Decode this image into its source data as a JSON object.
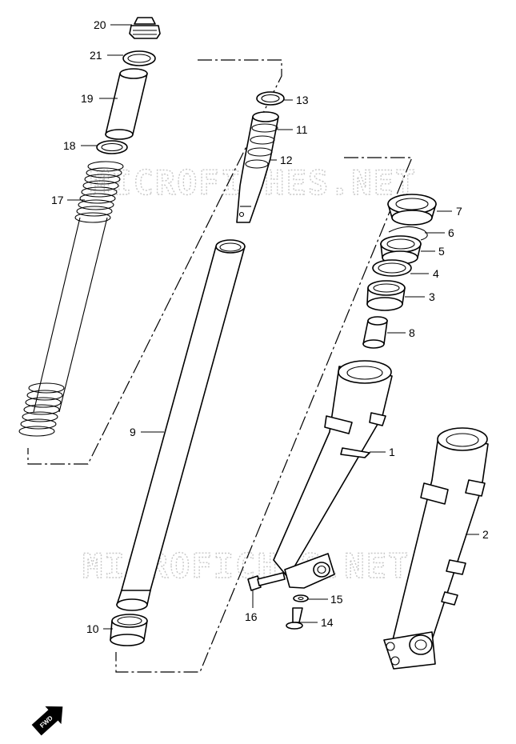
{
  "watermark": "MICROFICHES.NET",
  "direction_label": "FWD",
  "parts": {
    "p1": "1",
    "p2": "2",
    "p3": "3",
    "p4": "4",
    "p5": "5",
    "p6": "6",
    "p7": "7",
    "p8": "8",
    "p9": "9",
    "p10": "10",
    "p11": "11",
    "p12": "12",
    "p13": "13",
    "p14": "14",
    "p15": "15",
    "p16": "16",
    "p17": "17",
    "p18": "18",
    "p19": "19",
    "p20": "20",
    "p21": "21"
  }
}
